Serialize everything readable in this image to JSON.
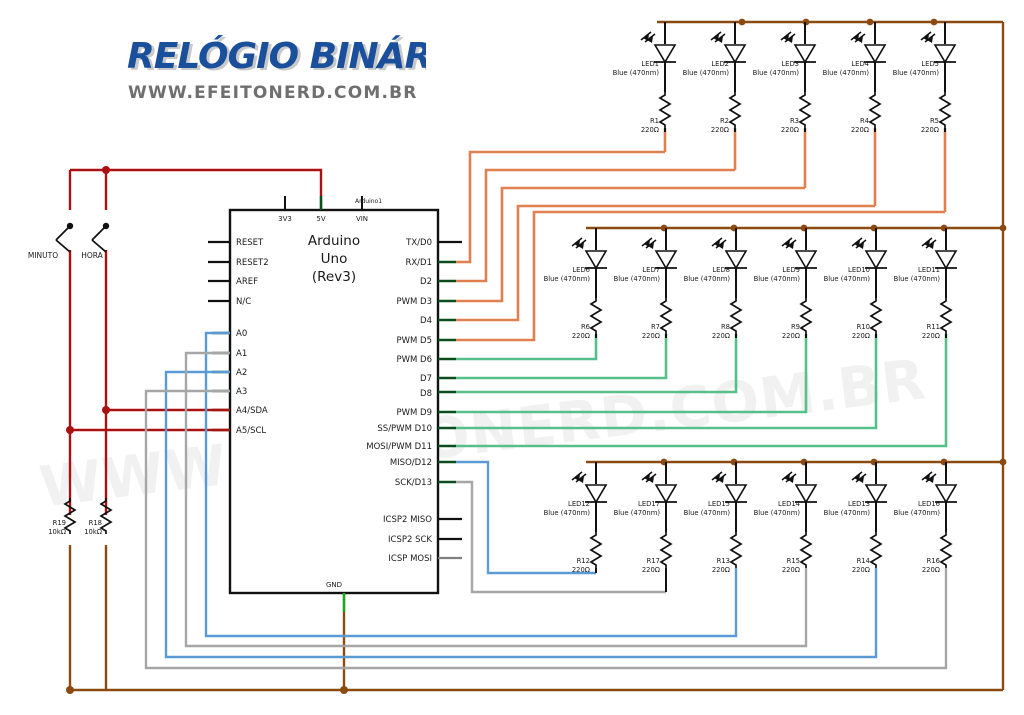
{
  "branding": {
    "title": "RELÓGIO BINÁRIO",
    "subtitle": "WWW.EFEITONERD.COM.BR",
    "watermark": "WWW.EFEITONERD.COM.BR",
    "title_color": "#1a4f9c",
    "subtitle_color": "#6f6f6f"
  },
  "board": {
    "ref": "Arduino1",
    "name_line1": "Arduino",
    "name_line2": "Uno",
    "name_line3": "(Rev3)",
    "gnd_label": "GND",
    "power_pins": [
      "3V3",
      "5V",
      "VIN"
    ],
    "left_pins": [
      {
        "label": "RESET"
      },
      {
        "label": "RESET2"
      },
      {
        "label": "AREF"
      },
      {
        "label": "N/C"
      },
      {
        "label": "A0"
      },
      {
        "label": "A1"
      },
      {
        "label": "A2"
      },
      {
        "label": "A3"
      },
      {
        "label": "A4/SDA"
      },
      {
        "label": "A5/SCL"
      }
    ],
    "right_pins": [
      {
        "label": "TX/D0"
      },
      {
        "label": "RX/D1"
      },
      {
        "label": "D2"
      },
      {
        "label": "PWM D3"
      },
      {
        "label": "D4"
      },
      {
        "label": "PWM D5"
      },
      {
        "label": "PWM D6"
      },
      {
        "label": "D7"
      },
      {
        "label": "D8"
      },
      {
        "label": "PWM D9"
      },
      {
        "label": "SS/PWM D10"
      },
      {
        "label": "MOSI/PWM D11"
      },
      {
        "label": "MISO/D12"
      },
      {
        "label": "SCK/D13"
      },
      {
        "label": "ICSP2 MISO"
      },
      {
        "label": "ICSP2 SCK"
      },
      {
        "label": "ICSP MOSI"
      }
    ]
  },
  "switches": [
    {
      "ref": "MINUTO"
    },
    {
      "ref": "HORA"
    }
  ],
  "pulldown_resistors": [
    {
      "ref": "R19",
      "value": "10kΩ"
    },
    {
      "ref": "R18",
      "value": "10kΩ"
    }
  ],
  "led_rows": [
    {
      "row": "top",
      "leds": [
        {
          "ref": "LED1",
          "spec": "Blue (470nm)",
          "resistor": {
            "ref": "R1",
            "value": "220Ω"
          }
        },
        {
          "ref": "LED2",
          "spec": "Blue (470nm)",
          "resistor": {
            "ref": "R2",
            "value": "220Ω"
          }
        },
        {
          "ref": "LED3",
          "spec": "Blue (470nm)",
          "resistor": {
            "ref": "R3",
            "value": "220Ω"
          }
        },
        {
          "ref": "LED4",
          "spec": "Blue (470nm)",
          "resistor": {
            "ref": "R4",
            "value": "220Ω"
          }
        },
        {
          "ref": "LED5",
          "spec": "Blue (470nm)",
          "resistor": {
            "ref": "R5",
            "value": "220Ω"
          }
        }
      ]
    },
    {
      "row": "middle",
      "leds": [
        {
          "ref": "LED6",
          "spec": "Blue (470nm)",
          "resistor": {
            "ref": "R6",
            "value": "220Ω"
          }
        },
        {
          "ref": "LED7",
          "spec": "Blue (470nm)",
          "resistor": {
            "ref": "R7",
            "value": "220Ω"
          }
        },
        {
          "ref": "LED8",
          "spec": "Blue (470nm)",
          "resistor": {
            "ref": "R8",
            "value": "220Ω"
          }
        },
        {
          "ref": "LED9",
          "spec": "Blue (470nm)",
          "resistor": {
            "ref": "R9",
            "value": "220Ω"
          }
        },
        {
          "ref": "LED10",
          "spec": "Blue (470nm)",
          "resistor": {
            "ref": "R10",
            "value": "220Ω"
          }
        },
        {
          "ref": "LED11",
          "spec": "Blue (470nm)",
          "resistor": {
            "ref": "R11",
            "value": "220Ω"
          }
        }
      ]
    },
    {
      "row": "bottom",
      "leds": [
        {
          "ref": "LED12",
          "spec": "Blue (470nm)",
          "resistor": {
            "ref": "R12",
            "value": "220Ω"
          }
        },
        {
          "ref": "LED17",
          "spec": "Blue (470nm)",
          "resistor": {
            "ref": "R17",
            "value": "220Ω"
          }
        },
        {
          "ref": "LED15",
          "spec": "Blue (470nm)",
          "resistor": {
            "ref": "R13",
            "value": "220Ω"
          }
        },
        {
          "ref": "LED14",
          "spec": "Blue (470nm)",
          "resistor": {
            "ref": "R15",
            "value": "220Ω"
          }
        },
        {
          "ref": "LED13",
          "spec": "Blue (470nm)",
          "resistor": {
            "ref": "R14",
            "value": "220Ω"
          }
        },
        {
          "ref": "LED16",
          "spec": "Blue (470nm)",
          "resistor": {
            "ref": "R16",
            "value": "220Ω"
          }
        }
      ]
    }
  ],
  "wire_colors": {
    "power_red": "#aa1111",
    "ground_brown": "#8a4a10",
    "signal_orange": "#e08050",
    "signal_green": "#55c08a",
    "signal_blue": "#5b9bd5",
    "signal_gray": "#a6a6a6",
    "pin_stub_green": "#0b4d1e",
    "outline_black": "#111111"
  }
}
